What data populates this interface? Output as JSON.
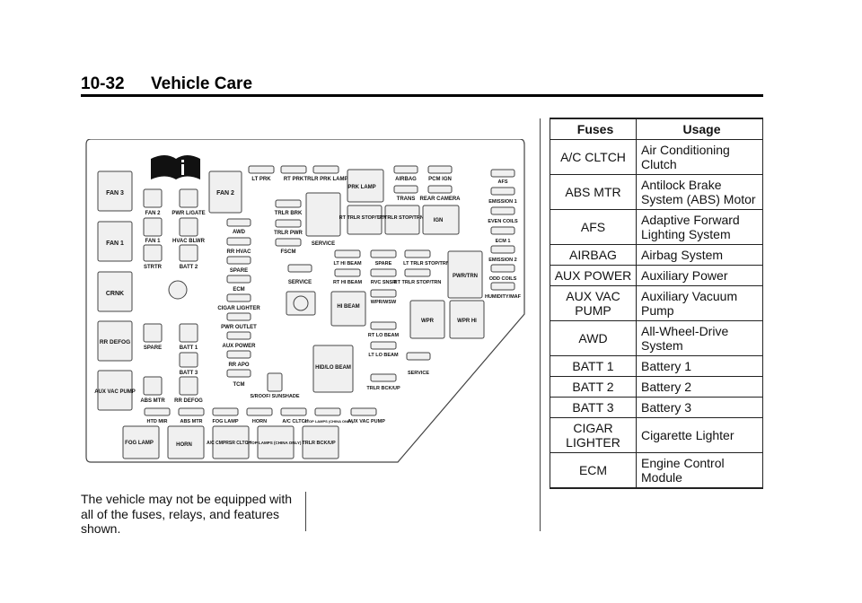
{
  "header": {
    "page_number": "10-32",
    "section_title": "Vehicle Care"
  },
  "caption": "The vehicle may not be equipped with all of the fuses, relays, and features shown.",
  "table": {
    "headers": [
      "Fuses",
      "Usage"
    ],
    "rows": [
      [
        "A/C CLTCH",
        "Air Conditioning Clutch"
      ],
      [
        "ABS MTR",
        "Antilock Brake System (ABS) Motor"
      ],
      [
        "AFS",
        "Adaptive Forward Lighting System"
      ],
      [
        "AIRBAG",
        "Airbag System"
      ],
      [
        "AUX POWER",
        "Auxiliary Power"
      ],
      [
        "AUX VAC PUMP",
        "Auxiliary Vacuum Pump"
      ],
      [
        "AWD",
        "All-Wheel-Drive System"
      ],
      [
        "BATT 1",
        "Battery 1"
      ],
      [
        "BATT 2",
        "Battery 2"
      ],
      [
        "BATT 3",
        "Battery 3"
      ],
      [
        "CIGAR LIGHTER",
        "Cigarette Lighter"
      ],
      [
        "ECM",
        "Engine Control Module"
      ]
    ]
  },
  "diagram": {
    "labels": {
      "fan3": "FAN 3",
      "fan1": "FAN 1",
      "crnk": "CRNK",
      "rr_defog_relay": "RR DEFOG",
      "aux_vac_pump_relay": "AUX VAC PUMP",
      "fan2_fuse": "FAN 2",
      "pwr_lgate": "PWR L/GATE",
      "fan1_fuse": "FAN 1",
      "hvac_blwr": "HVAC BLWR",
      "strtr": "STRTR",
      "batt2": "BATT 2",
      "fan2_relay": "FAN 2",
      "awd": "AWD",
      "rr_hvac": "RR HVAC",
      "spare1": "SPARE",
      "ecm": "ECM",
      "cigar_lighter": "CIGAR LIGHTER",
      "pwr_outlet": "PWR OUTLET",
      "aux_power": "AUX POWER",
      "rr_apo": "RR APO",
      "tcm": "TCM",
      "spare2": "SPARE",
      "batt1": "BATT 1",
      "batt3": "BATT 3",
      "abs_mtr1": "ABS MTR",
      "rr_defog": "RR DEFOG",
      "s_roof": "S/ROOF/ SUNSHADE",
      "lt_prk": "LT PRK",
      "rt_prk": "RT PRK",
      "trlr_prk_lamp": "TRLR PRK LAMP",
      "prk_lamp": "PRK LAMP",
      "airbag": "AIRBAG",
      "pcm_ign": "PCM IGN",
      "trans": "TRANS",
      "rear_camera": "REAR CAMERA",
      "trlr_brk": "TRLR BRK",
      "trlr_pwr": "TRLR PWR",
      "fscm": "FSCM",
      "service1": "SERVICE",
      "rt_trlr_stop": "RT TRLR STOP/TRN",
      "lt_trlr_stop": "LT TRLR STOP/TRN",
      "ign": "IGN",
      "afs": "AFS",
      "emission1": "EMISSION 1",
      "even_coils": "EVEN COILS",
      "ecm1": "ECM 1",
      "emission2": "EMISSION 2",
      "odd_coils": "ODD COILS",
      "humidity": "HUMIDITY/MAF",
      "lt_hi_beam": "LT HI BEAM",
      "spare3": "SPARE",
      "lt_trlr_stop_trn": "LT TRLR STOP/TRN",
      "rt_hi_beam": "RT HI BEAM",
      "rvc_snsr": "RVC SNSR",
      "rt_trlr_stop_trn": "RT TRLR STOP/TRN",
      "service2": "SERVICE",
      "pwr_trn": "PWR/TRN",
      "hi_beam": "HI BEAM",
      "wpr_wsw": "WPR/WSW",
      "wpr": "WPR",
      "wpr_hi": "WPR HI",
      "rt_lo_beam": "RT LO BEAM",
      "lt_lo_beam": "LT LO BEAM",
      "hid_lo_beam": "HID/LO BEAM",
      "service3": "SERVICE",
      "trlr_bck_up_fuse": "TRLR BCK/UP",
      "htd_mir": "HTD MIR",
      "abs_mtr2": "ABS MTR",
      "fog_lamp_fuse": "FOG LAMP",
      "horn_fuse": "HORN",
      "ac_cltch": "A/C CLTCH",
      "stop_lamps_china_fuse": "STOP LAMPS (CHINA ONLY)",
      "aux_vac_pump": "AUX VAC PUMP",
      "fog_lamp_relay": "FOG LAMP",
      "horn_relay": "HORN",
      "ac_cmprsr": "A/C CMPRSR CLTCH",
      "stop_lamps_relay": "STOP LAMPS (CHINA ONLY)",
      "trlr_bck_up_relay": "TRLR BCK/UP"
    }
  }
}
